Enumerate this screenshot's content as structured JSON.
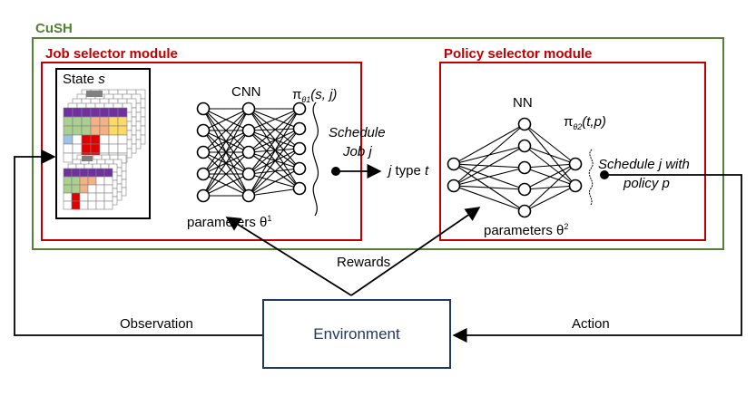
{
  "title": "CuSH",
  "job_module": {
    "title": "Job selector module",
    "state_label": "State",
    "state_var": "s",
    "net_label": "CNN",
    "policy_prefix": "π",
    "policy_sub": "θ1",
    "policy_args": "(s, j)",
    "params_label": "parameters θ",
    "params_sup": "1",
    "schedule_line1": "Schedule",
    "schedule_line2": "Job j"
  },
  "link_label_italic": "j",
  "link_label_rest": " type ",
  "link_label_t": "t",
  "policy_module": {
    "title": "Policy selector module",
    "net_label": "NN",
    "policy_prefix": "π",
    "policy_sub": "θ2",
    "policy_args": "(t,p)",
    "params_label": "parameters θ",
    "params_sup": "2",
    "schedule_line1": "Schedule j with",
    "schedule_line2": "policy p"
  },
  "rewards_label": "Rewards",
  "observation_label": "Observation",
  "action_label": "Action",
  "environment_label": "Environment",
  "colors": {
    "outer_border": "#538135",
    "module_border": "#c00000",
    "environment_border": "#1f3864",
    "grid_purple": "#7030a0",
    "grid_green": "#a9d08e",
    "grid_orange": "#f4b183",
    "grid_yellow": "#ffd966",
    "grid_red": "#e00000",
    "grid_blue": "#9dc3e6",
    "grid_gray": "#7f7f7f"
  }
}
